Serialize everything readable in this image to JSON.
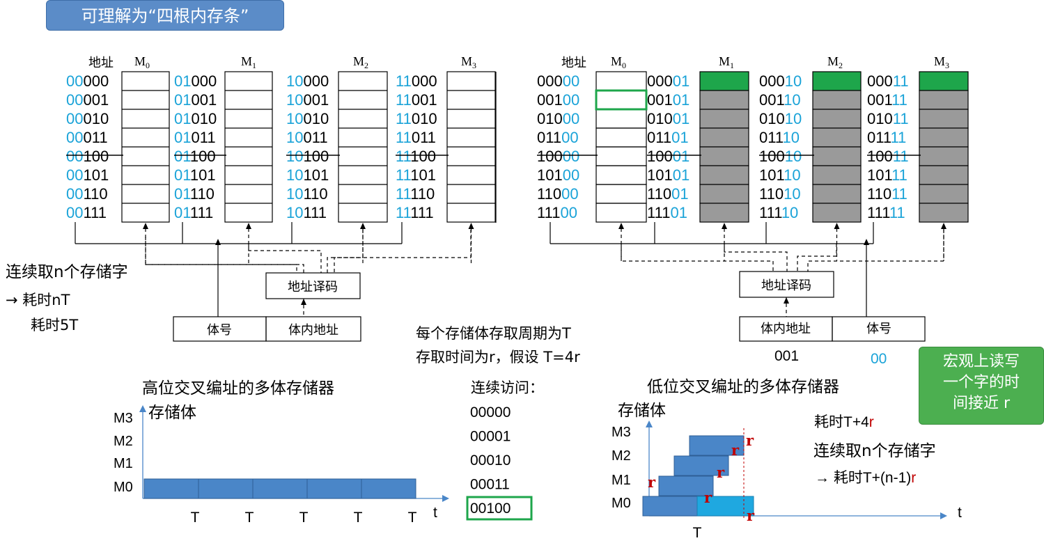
{
  "callout_top": "可理解为“四根内存条”",
  "callout_right_lines": [
    "宏观上读写",
    "一个字的时",
    "间接近 r"
  ],
  "colors": {
    "blue_text": "#1aa3d8",
    "bank_fill_green": "#1ea64b",
    "bank_fill_gray": "#9a9a9a",
    "bar_blue": "#4a86c8",
    "bar_cyan": "#1fa8e0",
    "highlight_green": "#1ea64b",
    "callout_top_bg": "#5b8cc8",
    "callout_right_bg": "#4caf50",
    "r_red": "#c00000"
  },
  "left_diagram": {
    "addr_header": "地址",
    "banks": [
      {
        "label": "M",
        "sub": "0",
        "prefix": "00",
        "suffixes": [
          "000",
          "001",
          "010",
          "011",
          "100",
          "101",
          "110",
          "111"
        ]
      },
      {
        "label": "M",
        "sub": "1",
        "prefix": "01",
        "suffixes": [
          "000",
          "001",
          "010",
          "011",
          "100",
          "101",
          "110",
          "111"
        ]
      },
      {
        "label": "M",
        "sub": "2",
        "prefix": "10",
        "suffixes": [
          "000",
          "001",
          "010",
          "011",
          "100",
          "101",
          "110",
          "111"
        ]
      },
      {
        "label": "M",
        "sub": "3",
        "prefix": "11",
        "suffixes": [
          "000",
          "001",
          "010",
          "011",
          "100",
          "101",
          "110",
          "111"
        ]
      }
    ],
    "decoder_label": "地址译码",
    "addr_fields": [
      "体号",
      "体内地址"
    ],
    "note_lines": [
      "连续取n个存储字",
      "→ 耗时nT",
      "耗时5T"
    ]
  },
  "right_diagram": {
    "addr_header": "地址",
    "banks": [
      {
        "label": "M",
        "sub": "0",
        "suffix": "00",
        "prefixes": [
          "000",
          "001",
          "010",
          "011",
          "100",
          "101",
          "110",
          "111"
        ]
      },
      {
        "label": "M",
        "sub": "1",
        "suffix": "01",
        "prefixes": [
          "000",
          "001",
          "010",
          "011",
          "100",
          "101",
          "110",
          "111"
        ]
      },
      {
        "label": "M",
        "sub": "2",
        "suffix": "10",
        "prefixes": [
          "000",
          "001",
          "010",
          "011",
          "100",
          "101",
          "110",
          "111"
        ]
      },
      {
        "label": "M",
        "sub": "3",
        "suffix": "11",
        "prefixes": [
          "000",
          "001",
          "010",
          "011",
          "100",
          "101",
          "110",
          "111"
        ]
      }
    ],
    "decoder_label": "地址译码",
    "addr_fields": [
      "体内地址",
      "体号"
    ],
    "addr_values": [
      "001",
      "00"
    ]
  },
  "middle": {
    "cycle_lines": [
      "每个存储体存取周期为T",
      "存取时间为r，假设 T=4r"
    ],
    "seq_title": "连续访问：",
    "seq_addresses": [
      "00000",
      "00001",
      "00010",
      "00011",
      "00100"
    ]
  },
  "high_chart": {
    "title": "高位交叉编址的多体存储器",
    "ylabel": "存储体",
    "xlabel": "t",
    "rows": [
      "M3",
      "M2",
      "M1",
      "M0"
    ],
    "tick_label": "T",
    "segments": 5
  },
  "low_chart": {
    "title": "低位交叉编址的多体存储器",
    "ylabel": "存储体",
    "xlabel": "t",
    "rows": [
      "M3",
      "M2",
      "M1",
      "M0"
    ],
    "tick_label": "T",
    "r_label": "r",
    "cost_1": "耗时T+4",
    "cost_2_line1": "连续取n个存储字",
    "cost_2_line2": "→ 耗时T+(n-1)"
  }
}
